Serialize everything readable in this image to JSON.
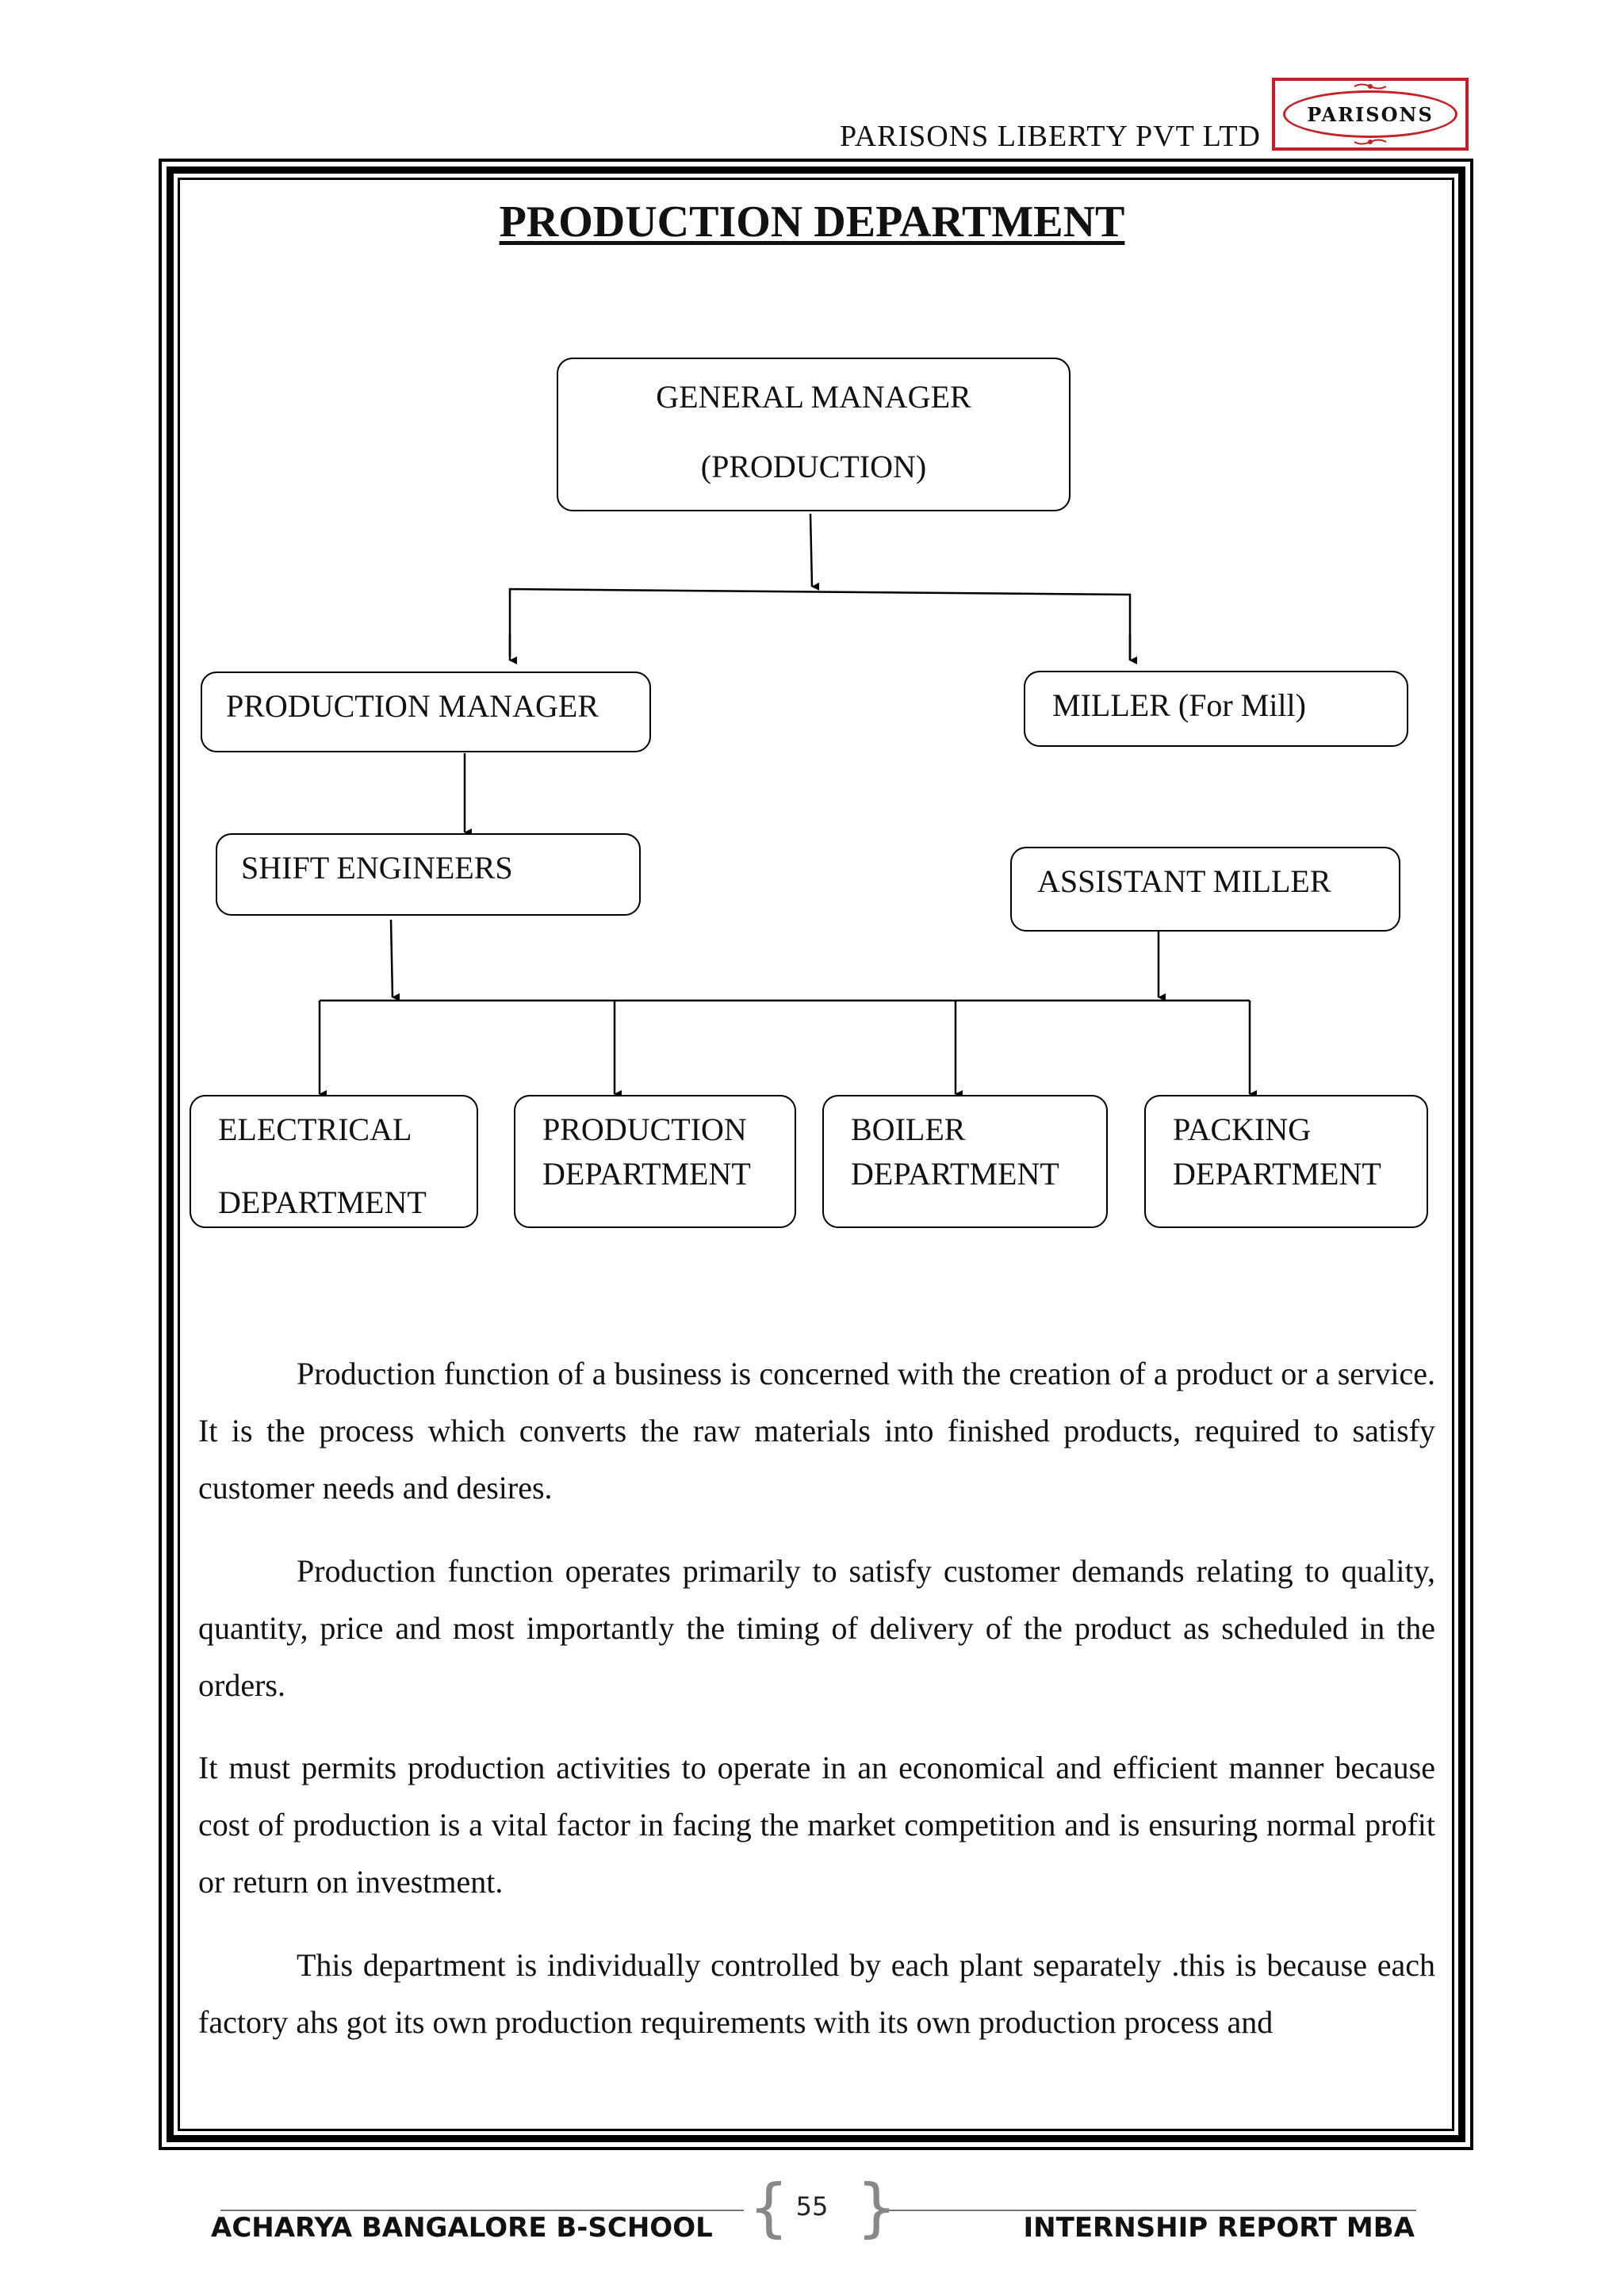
{
  "header": {
    "company": "PARISONS LIBERTY PVT LTD",
    "logo_text": "PARISONS",
    "brand_color": "#c62026"
  },
  "page_title": "PRODUCTION DEPARTMENT",
  "org_chart": {
    "general_manager": {
      "line1": "GENERAL MANAGER",
      "line2": "(PRODUCTION)"
    },
    "production_manager": "PRODUCTION MANAGER",
    "miller": "MILLER (For Mill)",
    "shift_engineers": "SHIFT ENGINEERS",
    "assistant_miller": "ASSISTANT MILLER",
    "departments": [
      {
        "line1": "ELECTRICAL",
        "line2": "DEPARTMENT"
      },
      {
        "line1": "PRODUCTION",
        "line2": "DEPARTMENT"
      },
      {
        "line1": "BOILER",
        "line2": "DEPARTMENT"
      },
      {
        "line1": "PACKING",
        "line2": "DEPARTMENT"
      }
    ]
  },
  "paragraphs": [
    "Production function of a business is concerned with the creation of a product or a service. It is the process which converts the raw materials into finished products, required to satisfy customer needs and desires.",
    "Production function operates primarily to satisfy customer demands relating to quality, quantity, price and most importantly the timing of delivery of the product as scheduled in the orders.",
    "It must permits production activities to operate in an economical and efficient manner because cost of production is a vital factor in facing the market competition and is ensuring normal profit or return on investment.",
    "This department is individually controlled by each plant separately .this is because each factory ahs got its own production requirements with its own production process and"
  ],
  "footer": {
    "left": "ACHARYA BANGALORE B-SCHOOL",
    "right": "INTERNSHIP REPORT MBA",
    "page_number": "55"
  }
}
